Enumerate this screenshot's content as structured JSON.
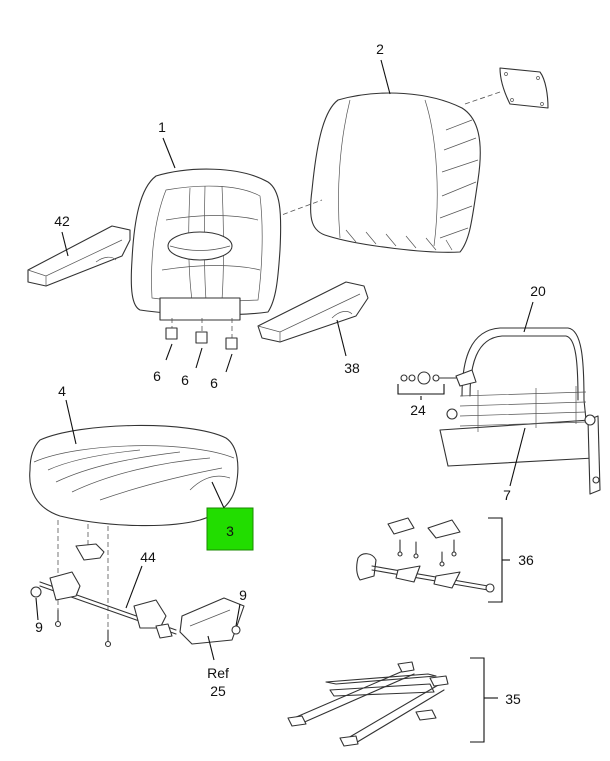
{
  "callouts": {
    "c1": "1",
    "c2": "2",
    "c3": "3",
    "c4": "4",
    "c6a": "6",
    "c6b": "6",
    "c6c": "6",
    "c7": "7",
    "c9a": "9",
    "c9b": "9",
    "c20": "20",
    "c24": "24",
    "c35": "35",
    "c36": "36",
    "c38": "38",
    "c42": "42",
    "c44": "44",
    "ref_line1": "Ref",
    "ref_line2": "25"
  },
  "colors": {
    "highlight": "#22dd00",
    "line": "#333333"
  }
}
